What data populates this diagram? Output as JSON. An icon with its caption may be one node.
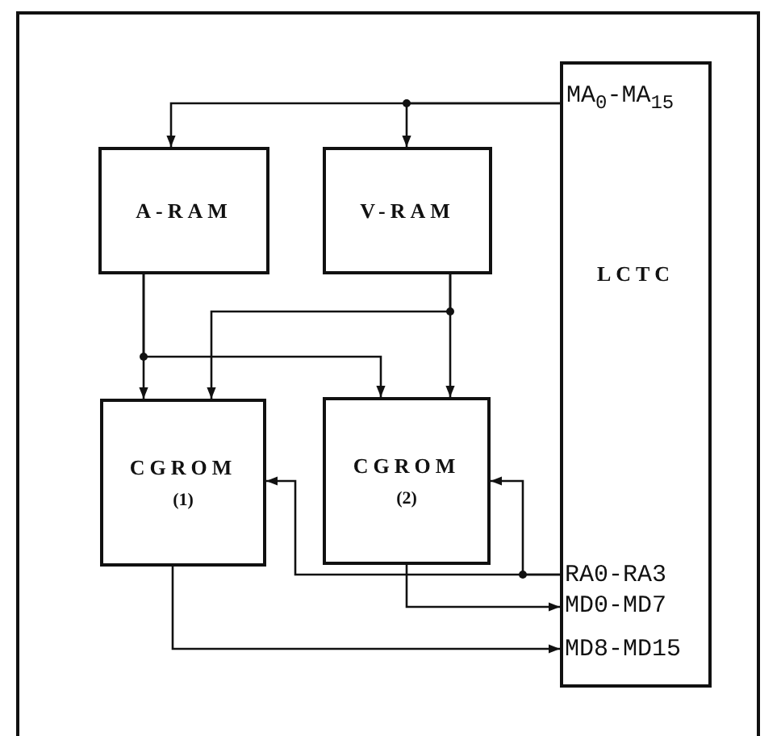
{
  "diagram": {
    "nodes": [
      {
        "text": [
          "A-RAM"
        ]
      },
      {
        "text": [
          "V-RAM"
        ]
      },
      {
        "text": [
          "LCTC"
        ]
      },
      {
        "text": [
          "CGROM",
          "(1)"
        ]
      },
      {
        "text": [
          "CGROM",
          "(2)"
        ]
      }
    ],
    "edges": [
      {
        "from": 2,
        "to": 1,
        "arrow": "to"
      },
      {
        "from": 2,
        "to": 0,
        "arrow": "to"
      },
      {
        "from": 0,
        "to": 3,
        "arrow": "to"
      },
      {
        "from": 0,
        "to": 4,
        "arrow": "to"
      },
      {
        "from": 1,
        "to": 4,
        "arrow": "to"
      },
      {
        "from": 1,
        "to": 3,
        "arrow": "to"
      },
      {
        "from": 2,
        "to": 4,
        "arrow": "to"
      },
      {
        "from": 2,
        "to": 3,
        "arrow": "to"
      },
      {
        "from": 4,
        "to": 2,
        "arrow": "to"
      },
      {
        "from": 3,
        "to": 2,
        "arrow": "to"
      }
    ],
    "labels": [
      "MA$_{0}$-MA$_{15}$",
      "RA0-RA3",
      "MD0-MD7",
      "MD8-MD15"
    ]
  }
}
